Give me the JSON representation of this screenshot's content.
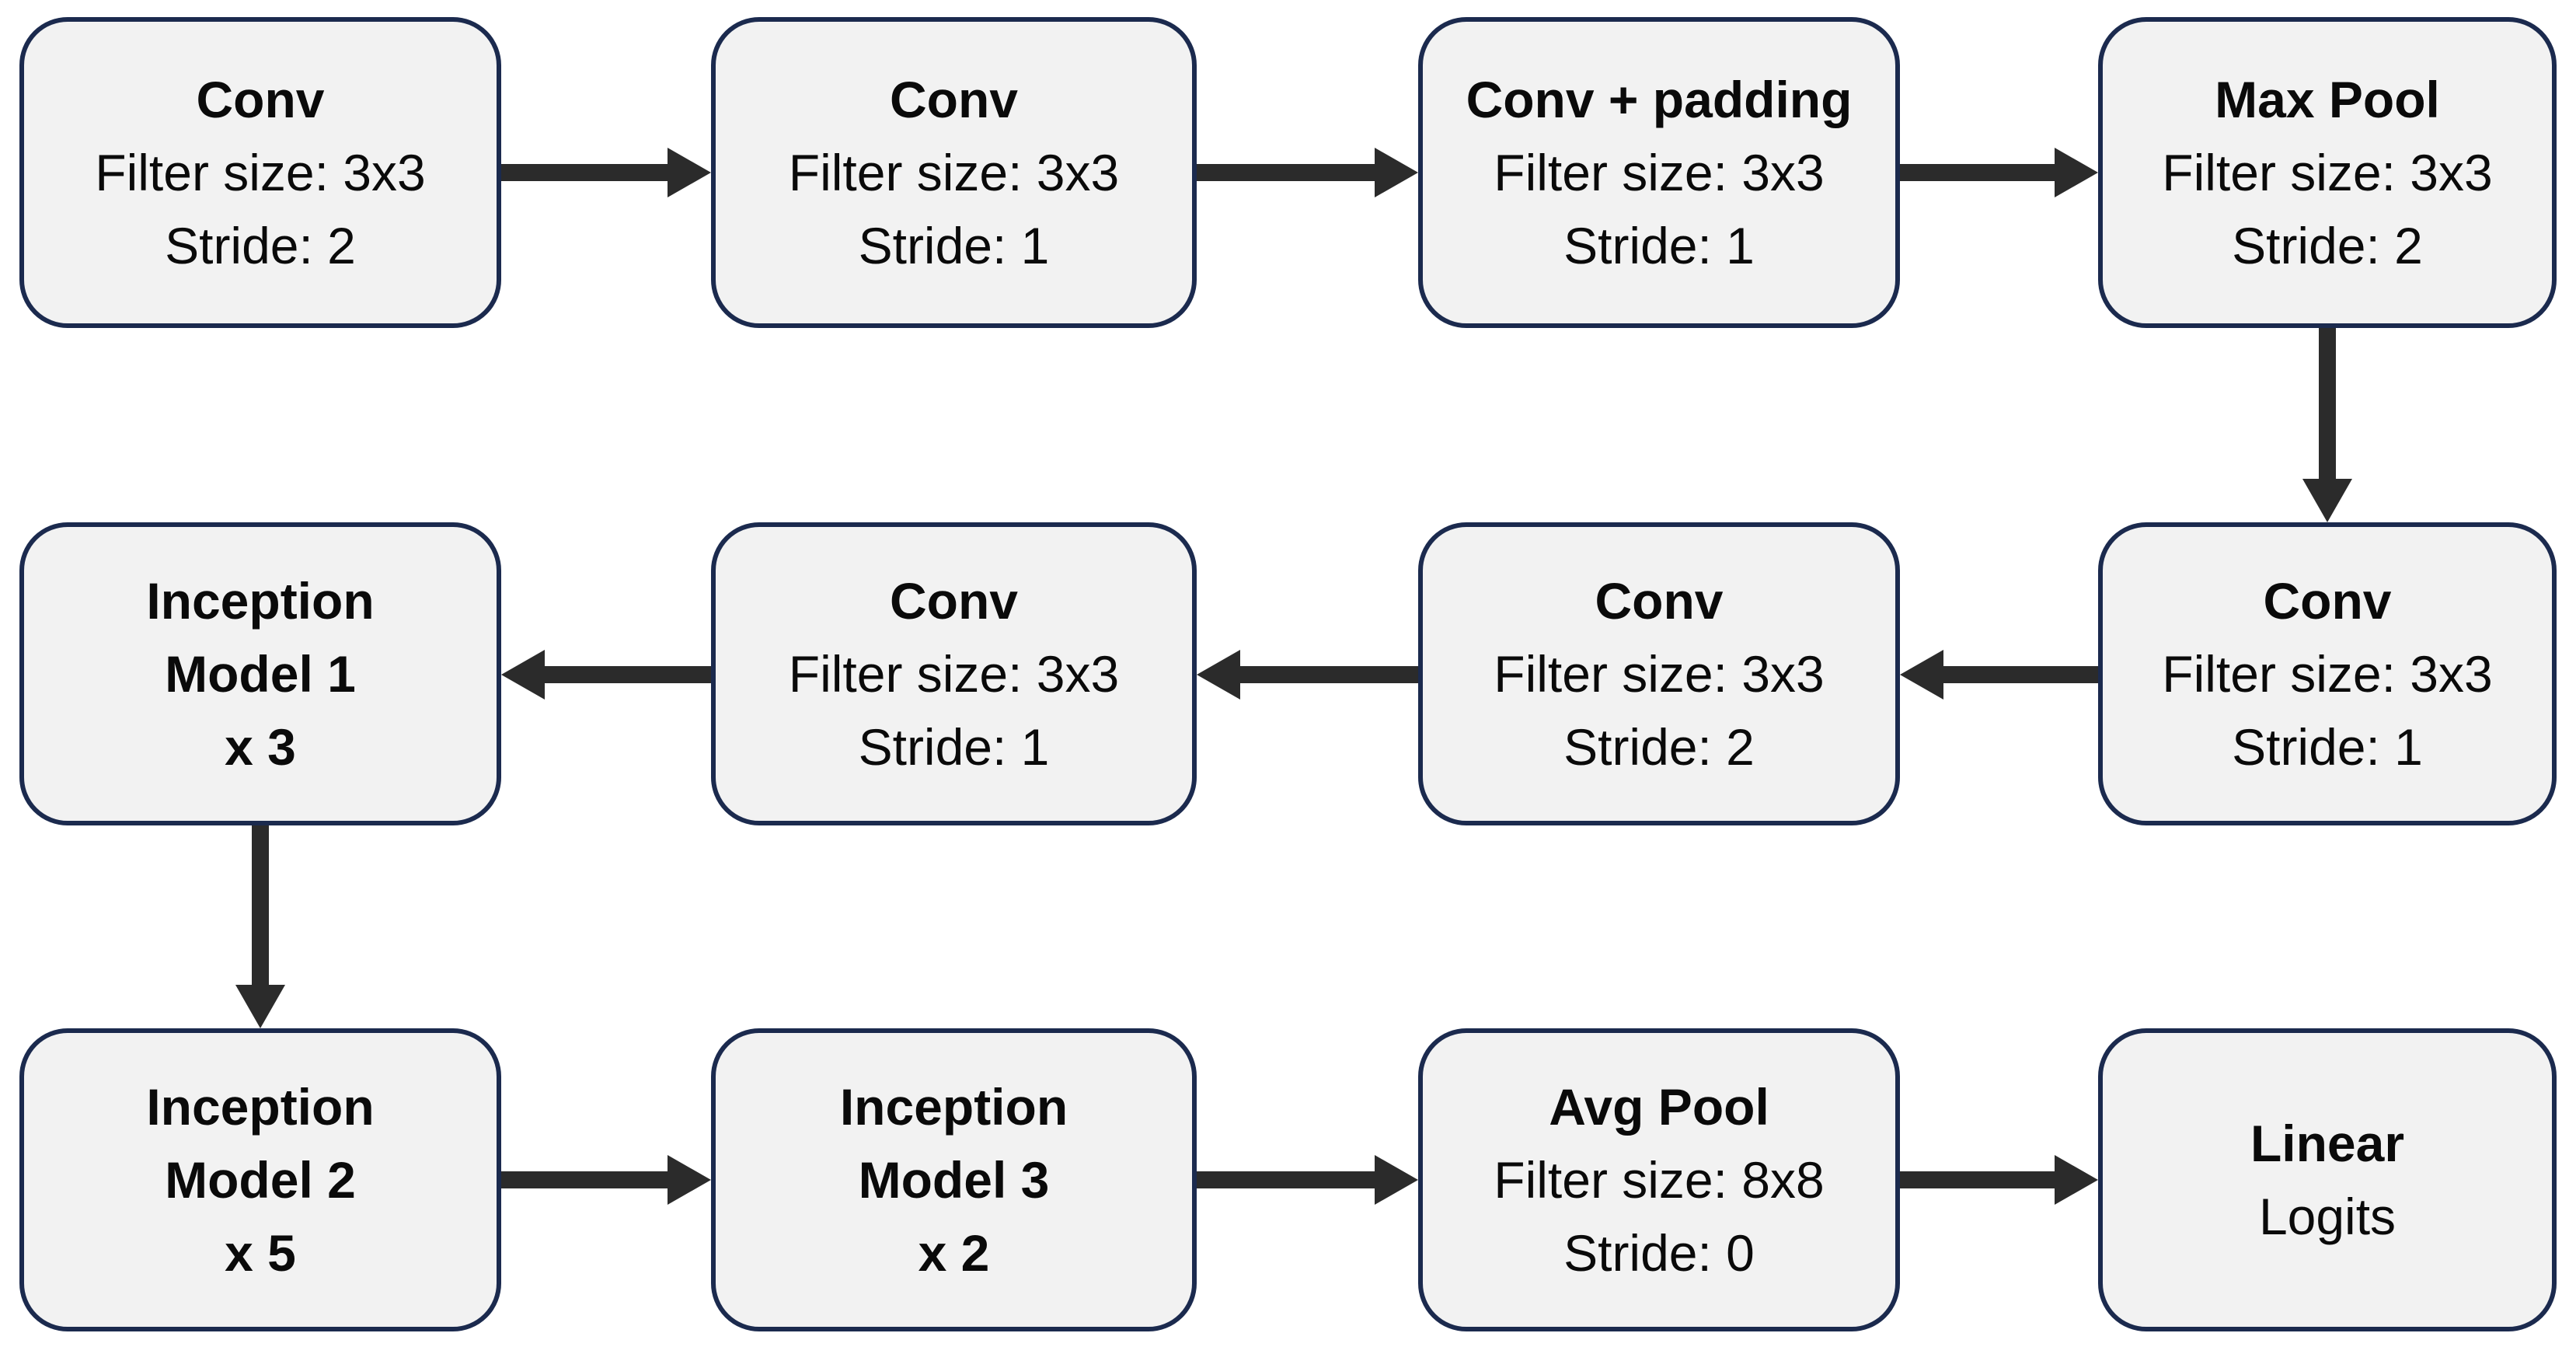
{
  "diagram": {
    "type": "flowchart",
    "colors": {
      "background": "#ffffff",
      "box_fill": "#f2f2f2",
      "box_border": "#1b2a4e",
      "arrow": "#2b2b2b",
      "text": "#0a0a0a"
    },
    "nodes": [
      {
        "id": "conv-1",
        "title": "Conv",
        "lines": [
          "Filter size: 3x3",
          "Stride: 2"
        ]
      },
      {
        "id": "conv-2",
        "title": "Conv",
        "lines": [
          "Filter size: 3x3",
          "Stride: 1"
        ]
      },
      {
        "id": "conv-padding",
        "title": "Conv + padding",
        "lines": [
          "Filter size: 3x3",
          "Stride: 1"
        ]
      },
      {
        "id": "max-pool",
        "title": "Max Pool",
        "lines": [
          "Filter size: 3x3",
          "Stride: 2"
        ]
      },
      {
        "id": "conv-3",
        "title": "Conv",
        "lines": [
          "Filter size: 3x3",
          "Stride: 1"
        ]
      },
      {
        "id": "conv-4",
        "title": "Conv",
        "lines": [
          "Filter size: 3x3",
          "Stride: 2"
        ]
      },
      {
        "id": "conv-5",
        "title": "Conv",
        "lines": [
          "Filter size: 3x3",
          "Stride: 1"
        ]
      },
      {
        "id": "inception-model-1",
        "title": "Inception",
        "lines": [
          "Model 1",
          "x 3"
        ]
      },
      {
        "id": "inception-model-2",
        "title": "Inception",
        "lines": [
          "Model 2",
          "x 5"
        ]
      },
      {
        "id": "inception-model-3",
        "title": "Inception",
        "lines": [
          "Model 3",
          "x 2"
        ]
      },
      {
        "id": "avg-pool",
        "title": "Avg Pool",
        "lines": [
          "Filter size: 8x8",
          "Stride: 0"
        ]
      },
      {
        "id": "linear",
        "title": "Linear",
        "lines": [
          "Logits"
        ]
      }
    ],
    "arrows": [
      {
        "from": "conv-1",
        "to": "conv-2",
        "direction": "right"
      },
      {
        "from": "conv-2",
        "to": "conv-padding",
        "direction": "right"
      },
      {
        "from": "conv-padding",
        "to": "max-pool",
        "direction": "right"
      },
      {
        "from": "max-pool",
        "to": "conv-3",
        "direction": "down"
      },
      {
        "from": "conv-3",
        "to": "conv-4",
        "direction": "left"
      },
      {
        "from": "conv-4",
        "to": "conv-5",
        "direction": "left"
      },
      {
        "from": "conv-5",
        "to": "inception-model-1",
        "direction": "left"
      },
      {
        "from": "inception-model-1",
        "to": "inception-model-2",
        "direction": "down"
      },
      {
        "from": "inception-model-2",
        "to": "inception-model-3",
        "direction": "right"
      },
      {
        "from": "inception-model-3",
        "to": "avg-pool",
        "direction": "right"
      },
      {
        "from": "avg-pool",
        "to": "linear",
        "direction": "right"
      }
    ]
  }
}
